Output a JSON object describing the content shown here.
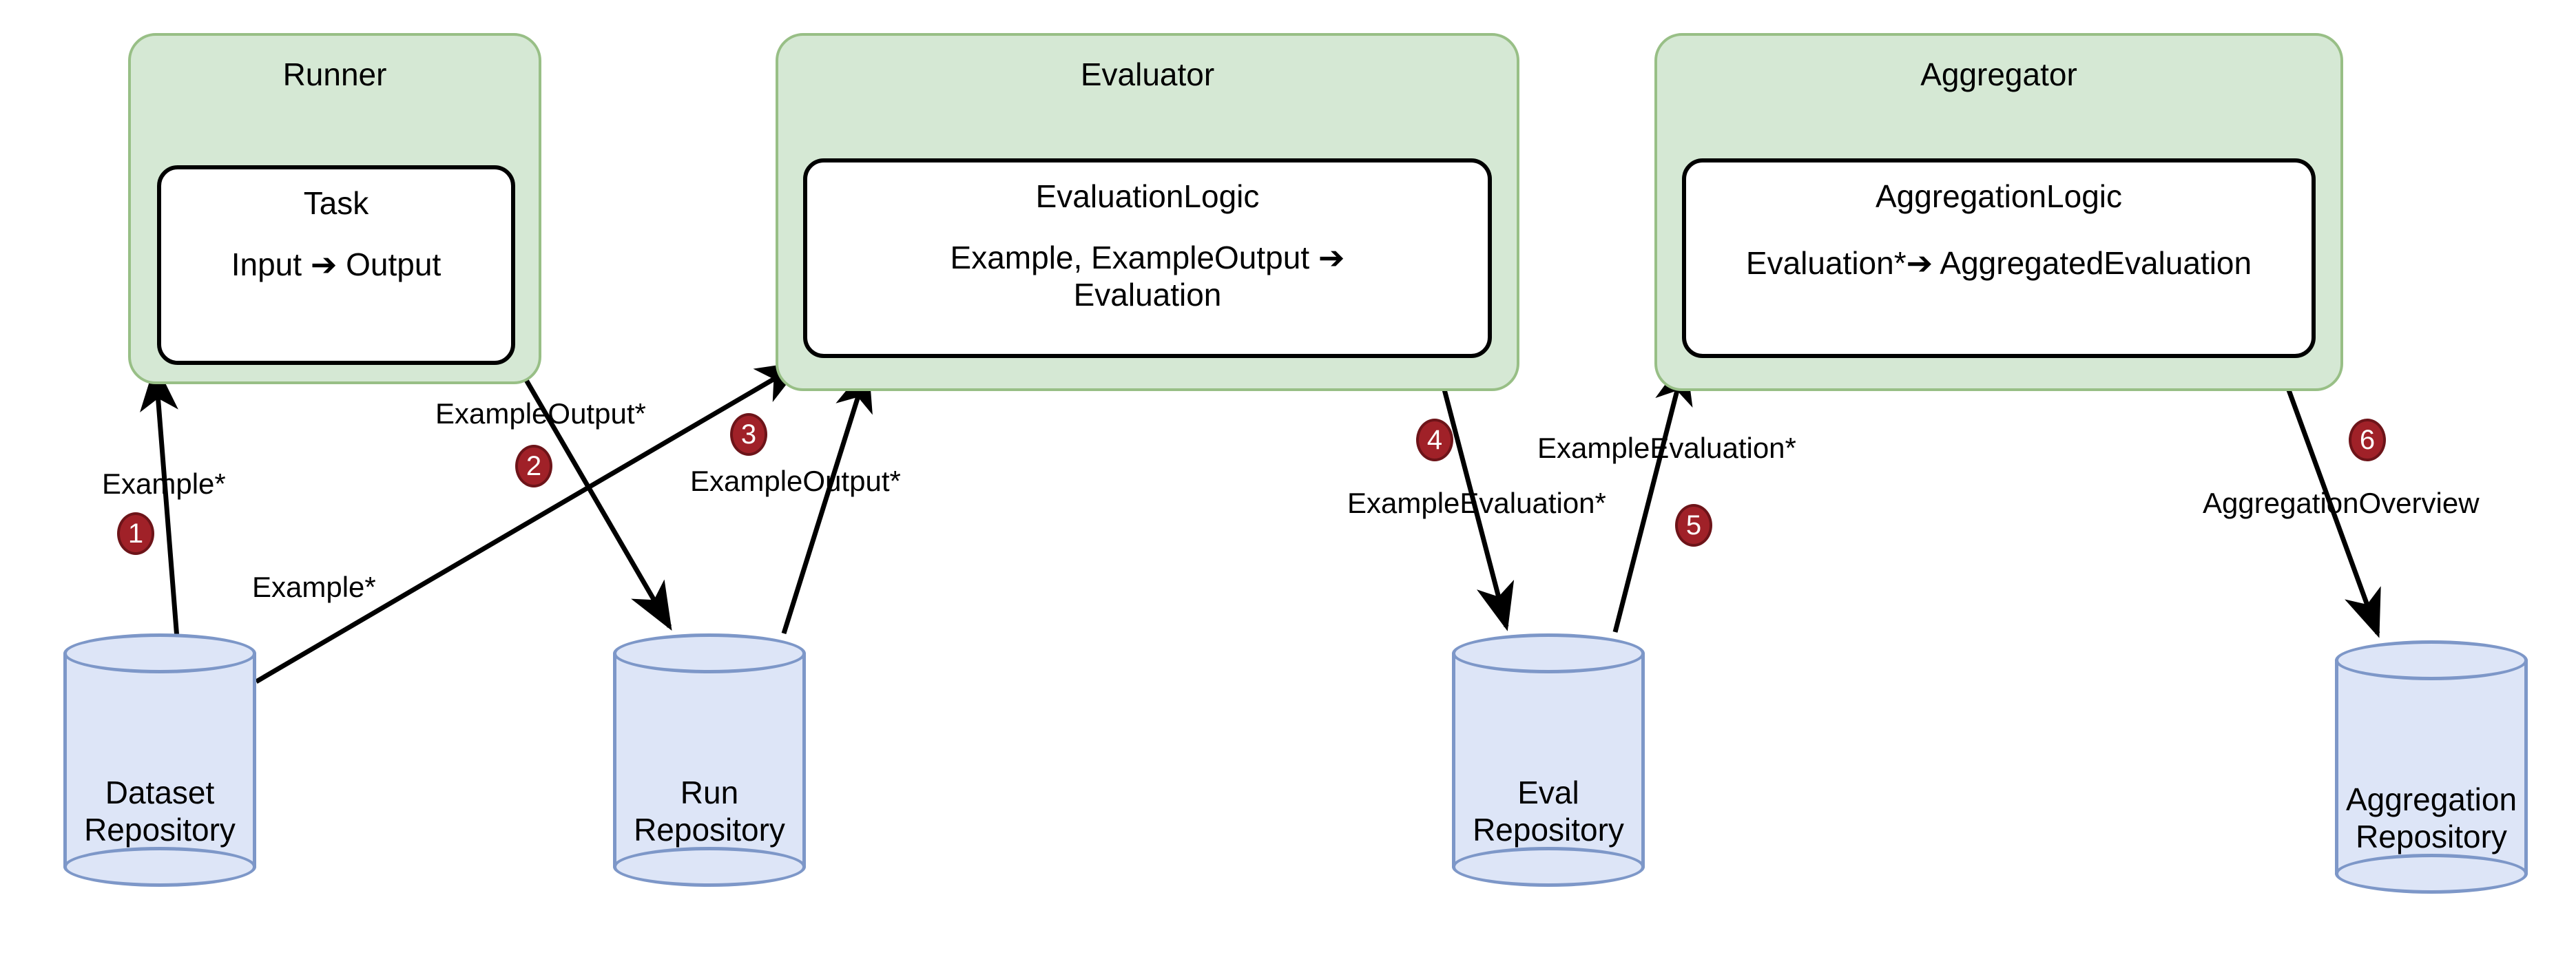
{
  "diagram": {
    "title": "Evaluation Pipeline",
    "colors": {
      "group_fill": "#d5e8d4",
      "group_stroke": "#98bf86",
      "box_fill": "#ffffff",
      "box_stroke": "#000000",
      "cylinder_fill": "#dde5f7",
      "cylinder_stroke": "#7d97c8",
      "badge_fill": "#a02128",
      "badge_stroke": "#6d1419",
      "badge_text": "#ffffff",
      "arrow": "#000000",
      "background": "#ffffff"
    }
  },
  "groups": [
    {
      "id": "runner",
      "title": "Runner"
    },
    {
      "id": "evaluator",
      "title": "Evaluator"
    },
    {
      "id": "aggregator",
      "title": "Aggregator"
    }
  ],
  "logic_boxes": [
    {
      "id": "task",
      "title": "Task",
      "signature": "Input ➔ Output"
    },
    {
      "id": "evaluation-logic",
      "title": "EvaluationLogic",
      "signature": "Example, ExampleOutput ➔\nEvaluation"
    },
    {
      "id": "aggregation-logic",
      "title": "AggregationLogic",
      "signature": "Evaluation*➔ AggregatedEvaluation"
    }
  ],
  "repositories": [
    {
      "id": "dataset-repository",
      "label": "Dataset\nRepository"
    },
    {
      "id": "run-repository",
      "label": "Run\nRepository"
    },
    {
      "id": "eval-repository",
      "label": "Eval\nRepository"
    },
    {
      "id": "aggregation-repository",
      "label": "Aggregation\nRepository"
    }
  ],
  "edges": [
    {
      "id": "edge-1",
      "number": "1",
      "label": "Example*",
      "from": "dataset-repository",
      "to": "task"
    },
    {
      "id": "edge-2",
      "number": "2",
      "label": "ExampleOutput*",
      "from": "task",
      "to": "run-repository"
    },
    {
      "id": "edge-3",
      "number": "3",
      "label": "ExampleOutput*",
      "from": "run-repository",
      "to": "evaluation-logic"
    },
    {
      "id": "edge-dataset-to-evaluator",
      "number": "",
      "label": "Example*",
      "from": "dataset-repository",
      "to": "evaluation-logic"
    },
    {
      "id": "edge-4",
      "number": "4",
      "label": "ExampleEvaluation*",
      "from": "evaluation-logic",
      "to": "eval-repository"
    },
    {
      "id": "edge-5",
      "number": "5",
      "label": "ExampleEvaluation*",
      "from": "eval-repository",
      "to": "aggregation-logic"
    },
    {
      "id": "edge-6",
      "number": "6",
      "label": "AggregationOverview",
      "from": "aggregation-logic",
      "to": "aggregation-repository"
    }
  ]
}
